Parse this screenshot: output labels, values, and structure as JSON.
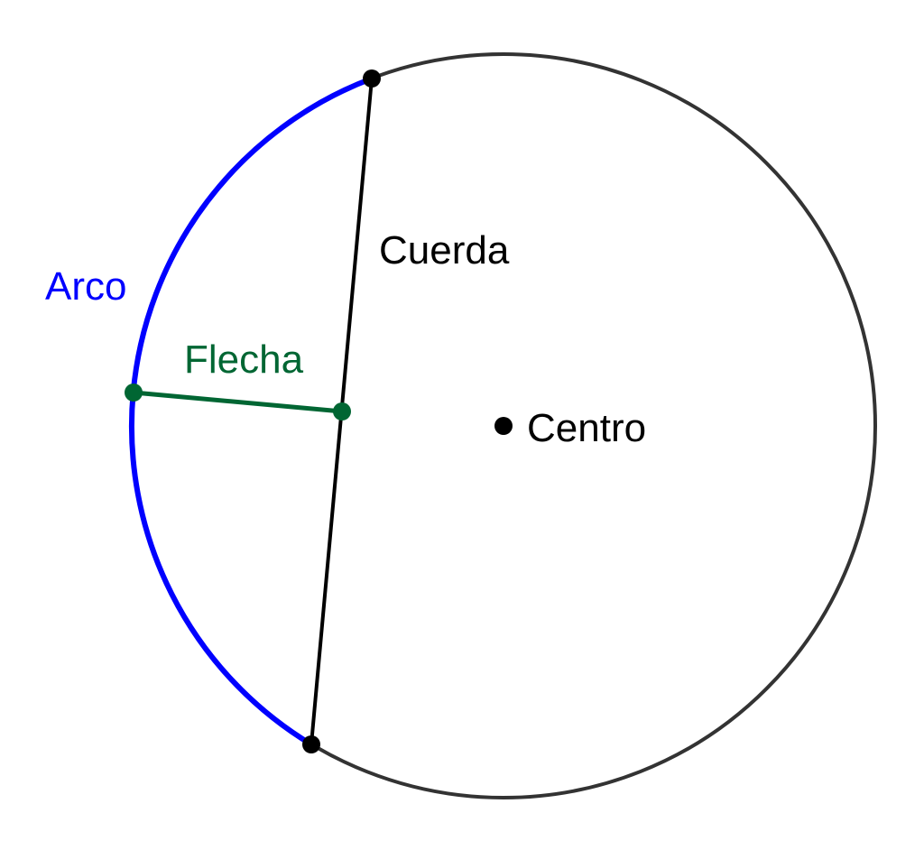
{
  "labels": {
    "arc": "Arco",
    "chord": "Cuerda",
    "sagitta": "Flecha",
    "center": "Centro"
  },
  "colors": {
    "circle": "#333333",
    "arc": "#0000ff",
    "chord": "#000000",
    "sagitta": "#006633",
    "point": "#000000",
    "background": "#ffffff"
  }
}
